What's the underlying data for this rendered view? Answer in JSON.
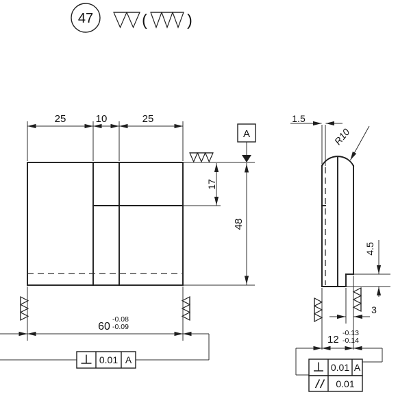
{
  "drawing": {
    "balloon": {
      "number": "47"
    },
    "surface_note": {
      "open_paren": "(",
      "close_paren": ")"
    },
    "front_view": {
      "dim_top_left": "25",
      "dim_top_mid": "10",
      "dim_top_right": "25",
      "dim_height_upper": "17",
      "dim_height_total": "48",
      "dim_width": {
        "value": "60",
        "tol_upper": "-0.08",
        "tol_lower": "-0.09"
      },
      "datum": {
        "label": "A"
      },
      "fcf": {
        "symbol_name": "perpendicularity",
        "tolerance": "0.01",
        "datum_ref": "A"
      }
    },
    "side_view": {
      "dim_thickness": "1.5",
      "radius_label": "R10",
      "dim_step_height": "4.5",
      "dim_step_width": "3",
      "dim_width": {
        "value": "12",
        "tol_upper": "-0.13",
        "tol_lower": "-0.14"
      },
      "fcf_rows": [
        {
          "symbol_name": "perpendicularity",
          "tolerance": "0.01",
          "datum_ref": "A"
        },
        {
          "symbol_name": "parallelism",
          "tolerance": "0.01",
          "datum_ref": ""
        }
      ]
    },
    "colors": {
      "line": "#1e1e1e",
      "background": "#ffffff"
    }
  }
}
